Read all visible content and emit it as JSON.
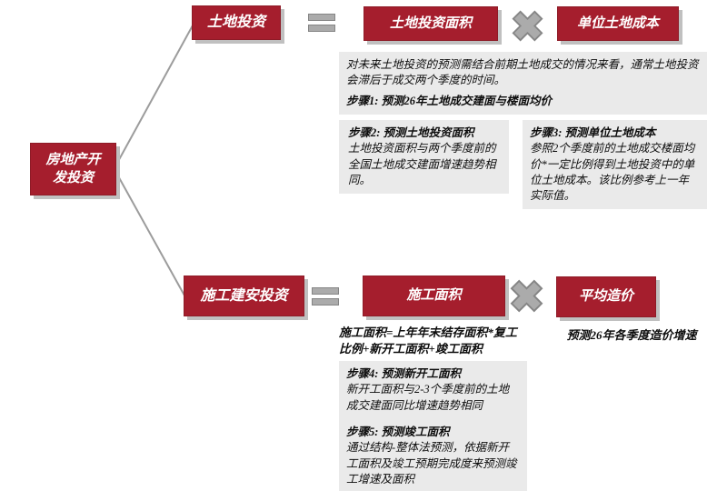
{
  "colors": {
    "red": "#A51E2D",
    "symbol_gray": "#ABABAB",
    "panel_gray": "#EAEAEA",
    "line_gray": "#9C9C9C",
    "shadow_gray": "#C0C0C0"
  },
  "icons": {
    "equals": "= (two gray bars)",
    "multiply": "✕ (gray cross)"
  },
  "root": {
    "label": "房地产开发投资"
  },
  "land": {
    "node": "土地投资",
    "factor1": "土地投资面积",
    "factor2": "单位土地成本",
    "intro": "对未来土地投资的预测需结合前期土地成交的情况来看，通常土地投资会滞后于成交两个季度的时间。",
    "step1_title": "步骤1: 预测26年土地成交建面与楼面均价",
    "step2_title": "步骤2: 预测土地投资面积",
    "step2_body": "土地投资面积与两个季度前的全国土地成交建面增速趋势相同。",
    "step3_title": "步骤3: 预测单位土地成本",
    "step3_body": "参照2个季度前的土地成交楼面均价*一定比例得到土地投资中的单位土地成本。该比例参考上一年实际值。"
  },
  "construction": {
    "node": "施工建安投资",
    "factor1": "施工面积",
    "factor2": "平均造价",
    "formula": "施工面积=上年年末结存面积*复工比例+新开工面积+竣工面积",
    "factor2_note": "预测26年各季度造价增速",
    "step4_title": "步骤4: 预测新开工面积",
    "step4_body": "新开工面积与2-3个季度前的土地成交建面同比增速趋势相同",
    "step5_title": "步骤5: 预测竣工面积",
    "step5_body": "通过结构-整体法预测，依据新开工面积及竣工预期完成度来预测竣工增速及面积"
  }
}
